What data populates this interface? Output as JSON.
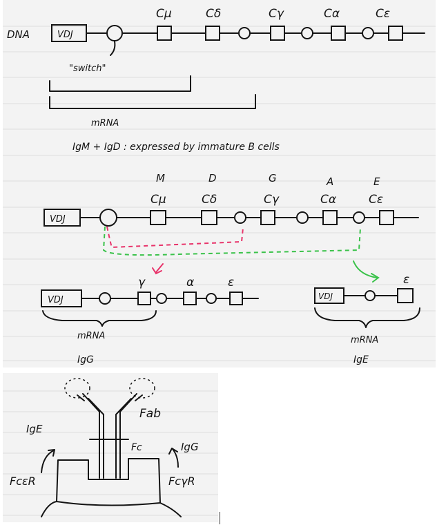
{
  "top_diagram": {
    "dna_label": "DNA",
    "vdj_label": "VDJ",
    "switch_label": "\"switch\"",
    "constant_labels": [
      "Cμ",
      "Cδ",
      "Cγ",
      "Cα",
      "Cε"
    ],
    "mrna_label": "mRNA",
    "note": "IgM + IgD : expressed by immature B cells"
  },
  "switch_diagram": {
    "vdj_label": "VDJ",
    "isotype_letters": [
      "M",
      "D",
      "G",
      "A",
      "E"
    ],
    "constant_labels": [
      "Cμ",
      "Cδ",
      "Cγ",
      "Cα",
      "Cε"
    ],
    "igg_product": {
      "vdj_label": "VDJ",
      "gene_labels": [
        "γ",
        "α",
        "ε"
      ],
      "mrna_label": "mRNA",
      "isotype": "IgG"
    },
    "ige_product": {
      "vdj_label": "VDJ",
      "gene_label": "ε",
      "mrna_label": "mRNA",
      "isotype": "IgE"
    },
    "colors": {
      "igg_switch": "#e8336a",
      "ige_switch": "#3ac24a",
      "ink": "#141414"
    }
  },
  "antibody_diagram": {
    "fab_label": "Fab",
    "fc_label": "Fc",
    "ige_label": "IgE",
    "igg_label": "IgG",
    "fc_epsilon_receptor": "FcεR",
    "fc_gamma_receptor": "FcγR"
  }
}
